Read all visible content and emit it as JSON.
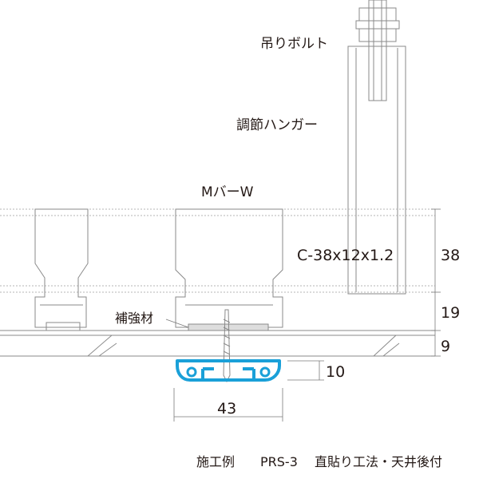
{
  "labels": {
    "bolt": "吊りボルト",
    "hanger": "調節ハンガー",
    "mbar": "MバーW",
    "channel": "C-38x12x1.2",
    "reinforce": "補強材"
  },
  "dimensions": {
    "d38": "38",
    "d19": "19",
    "d9": "9",
    "d10": "10",
    "d43": "43"
  },
  "caption": {
    "method": "施工例",
    "code": "PRS-3",
    "description": "直貼り工法・天井後付"
  },
  "colors": {
    "line": "#8a8a8a",
    "profile": "#1aa0d8",
    "text": "#231815"
  }
}
